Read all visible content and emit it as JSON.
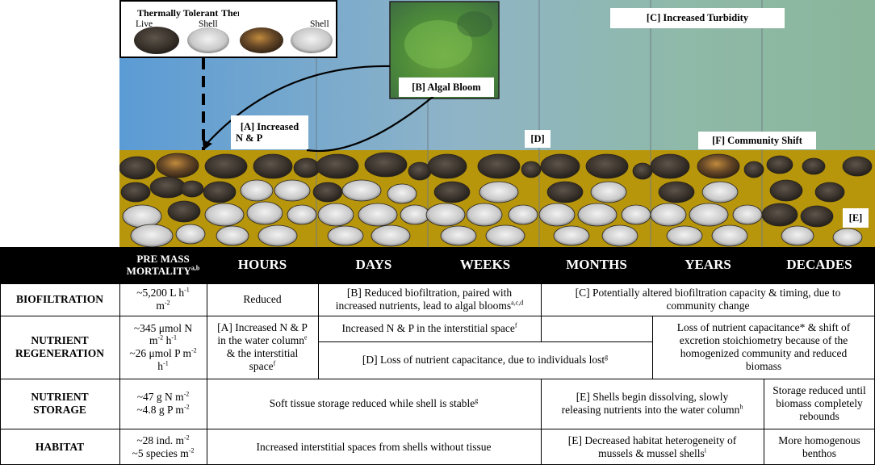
{
  "legend": {
    "tolerant_title": "Thermally Tolerant",
    "sensitive_title": "Thermally Sensitive",
    "live": "Live",
    "shell": "Shell"
  },
  "scene_labels": {
    "algal_bloom": "[B] Algal Bloom",
    "turbidity": "[C] Increased Turbidity",
    "increased_np_line1": "[A] Increased",
    "increased_np_line2": "N & P",
    "d": "[D]",
    "community_shift": "[F] Community Shift",
    "e": "[E]"
  },
  "colors": {
    "water_top": "#7fb3dc",
    "water_bottom": "#5b9bd5",
    "sediment": "#b8960c",
    "header_bg": "#000000"
  },
  "header": {
    "pre_mass_line1": "PRE MASS",
    "pre_mass_line2": "MORTALITY",
    "pre_mass_sup": "a,b",
    "columns": [
      "HOURS",
      "DAYS",
      "WEEKS",
      "MONTHS",
      "YEARS",
      "DECADES"
    ]
  },
  "rows": {
    "biofiltration": {
      "label": "BIOFILTRATION",
      "pre_line1": "~5,200 L h",
      "pre_sup1": "-1",
      "pre_line2": "m",
      "pre_sup2": "-2",
      "hours": "Reduced",
      "days_weeks": "[B] Reduced  biofiltration, paired with increased nutrients, lead to algal blooms",
      "days_weeks_sup": "a,c,d",
      "months_decades": "[C] Potentially altered biofiltration capacity & timing, due to community change"
    },
    "nutrient_regeneration": {
      "label_line1": "NUTRIENT",
      "label_line2": "REGENERATION",
      "pre_a": "~345 μmol N",
      "pre_b": "m",
      "pre_b_sup": "-2",
      "pre_b2": " h",
      "pre_b2_sup": "-1",
      "pre_c": "~26 μmol P m",
      "pre_c_sup": "-2",
      "pre_d": "h",
      "pre_d_sup": "-1",
      "hours_a": "[A] Increased N & P in the water column",
      "hours_sup1": "e",
      "hours_b": " & the interstitial space",
      "hours_sup2": "f",
      "days_weeks_top": "Increased N & P in the interstitial space",
      "days_weeks_top_sup": "f",
      "days_months_bottom": "[D] Loss of nutrient capacitance, due to individuals lost",
      "days_months_bottom_sup": "g",
      "years_decades": "Loss of nutrient capacitance* & shift of excretion stoichiometry because of the homogenized community and reduced biomass"
    },
    "nutrient_storage": {
      "label_line1": "NUTRIENT",
      "label_line2": "STORAGE",
      "pre_a": "~47 g N m",
      "pre_a_sup": "-2",
      "pre_b": "~4.8 g P m",
      "pre_b_sup": "-2",
      "hours_weeks": "Soft tissue storage reduced while shell is stable",
      "hours_weeks_sup": "g",
      "months_years": "[E] Shells begin dissolving, slowly releasing nutrients into the water column",
      "months_years_sup": "h",
      "decades": "Storage reduced until biomass completely rebounds"
    },
    "habitat": {
      "label": "HABITAT",
      "pre_a": "~28 ind. m",
      "pre_a_sup": "-2",
      "pre_b": "~5 species m",
      "pre_b_sup": "-2",
      "hours_weeks": "Increased interstitial spaces from shells without tissue",
      "months_years": "[E] Decreased habitat heterogeneity of mussels & mussel shells",
      "months_years_sup": "i",
      "decades": "More homogenous benthos"
    }
  }
}
